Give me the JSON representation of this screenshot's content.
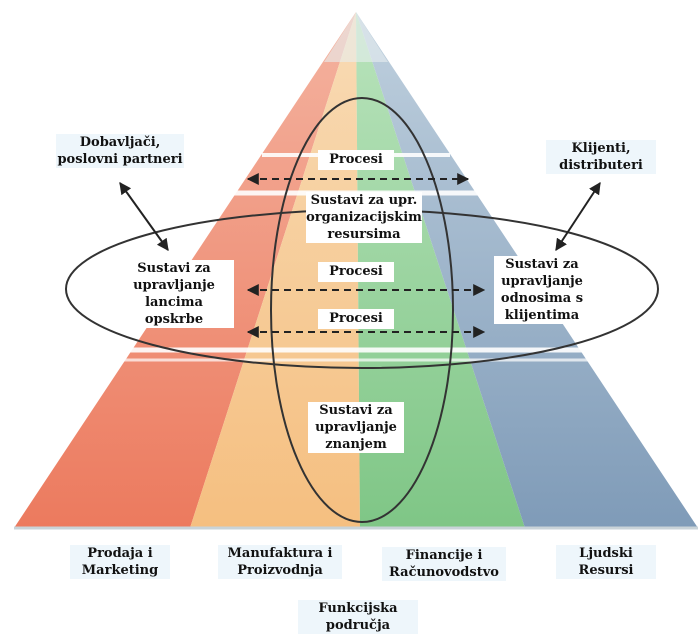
{
  "diagram": {
    "suppliers": "Dobavljači,\nposlovni partneri",
    "clients": "Klijenti,\ndistributeri",
    "process_top": "Procesi",
    "process_mid": "Procesi",
    "process_low": "Procesi",
    "erp": "Sustavi za upr.\norganizacijskim\nresursima",
    "scm": "Sustavi za\nupravljanje\nlancima opskrbe",
    "crm": "Sustavi za\nupravljanje\nodnosima s\nklijentima",
    "kms": "Sustavi za\nupravljanje\nznanjem",
    "area_sales": "Prodaja i\nMarketing",
    "area_manufacturing": "Manufaktura i\nProizvodnja",
    "area_finance": "Financije i\nRačunovodstvo",
    "area_hr": "Ljudski\nResursi",
    "functional_areas": "Funkcijska\npodručja"
  },
  "colors": {
    "sales": "#ef8a6e",
    "manufacturing": "#f6c98f",
    "finance": "#8fcf95",
    "hr": "#8fa9c2"
  }
}
